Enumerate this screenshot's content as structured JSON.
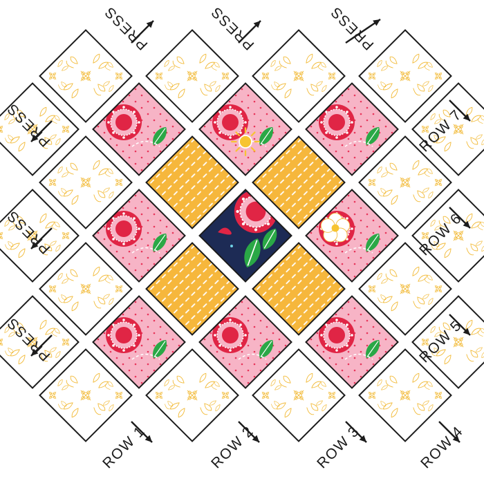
{
  "colors": {
    "background": "#ffffff",
    "outline": "#1c1c1c",
    "cream_print": "#f2bb3a",
    "pink": "#f7b4c6",
    "pink_dot": "#e8355a",
    "yellow": "#f6b73c",
    "navy": "#1d2b55",
    "flower_red": "#e02545",
    "leaf_green": "#2aa846",
    "sun_yellow": "#f7c431"
  },
  "block_grid": [
    [
      "white",
      "white",
      "white",
      "white"
    ],
    [
      "white",
      "pink",
      "pink",
      "pink",
      "white"
    ],
    [
      "white",
      "yellow",
      "yellow",
      "white"
    ],
    [
      "white",
      "pink",
      "navy",
      "pink",
      "white"
    ],
    [
      "white",
      "yellow",
      "yellow",
      "white"
    ],
    [
      "white",
      "pink",
      "pink",
      "pink",
      "white"
    ],
    [
      "white",
      "white",
      "white",
      "white"
    ]
  ],
  "labels": {
    "press_top_1": "PRESS",
    "press_top_2": "PRESS",
    "press_top_3": "PRESS",
    "press_left_1": "PRESS",
    "press_left_2": "PRESS",
    "press_left_3": "PRESS",
    "row_1": "ROW 1",
    "row_2": "ROW 2",
    "row_3": "ROW 3",
    "row_4": "ROW 4",
    "row_5": "ROW 5",
    "row_6": "ROW 6",
    "row_7": "ROW 7"
  },
  "arrows": {
    "top_press": "arrow-up-right",
    "left_press": "arrow-down-left",
    "row": "arrow-down-right"
  }
}
